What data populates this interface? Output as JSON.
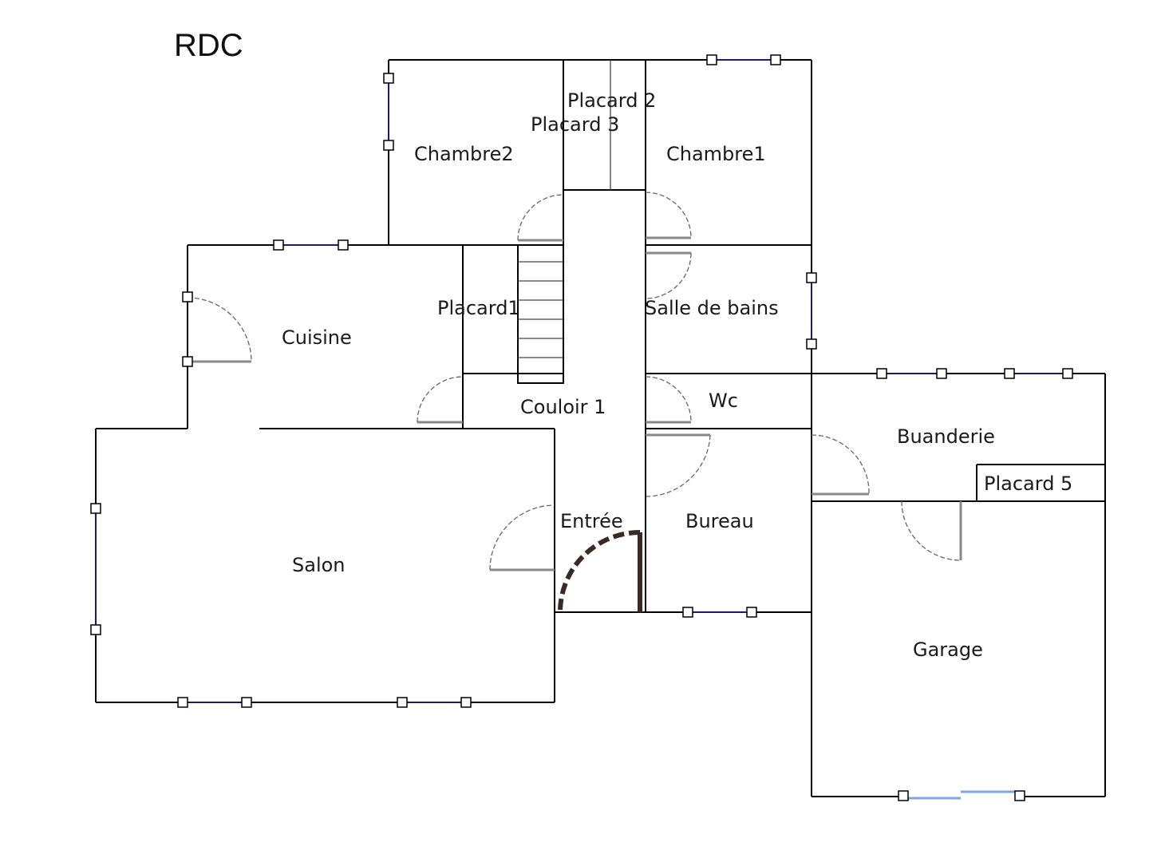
{
  "title": "RDC",
  "rooms": {
    "chambre2": "Chambre2",
    "placard2": "Placard 2",
    "placard3": "Placard 3",
    "chambre1": "Chambre1",
    "cuisine": "Cuisine",
    "placard1": "Placard1",
    "salle_de_bains": "Salle de bains",
    "couloir1": "Couloir 1",
    "wc": "Wc",
    "buanderie": "Buanderie",
    "placard5": "Placard 5",
    "entree": "Entrée",
    "bureau": "Bureau",
    "salon": "Salon",
    "garage": "Garage"
  },
  "colors": {
    "wall": "#000000",
    "window": "#1a1a6e",
    "garage_door": "#7fa6e0",
    "door_swing": "#666666",
    "main_door": "#3a2a25"
  }
}
